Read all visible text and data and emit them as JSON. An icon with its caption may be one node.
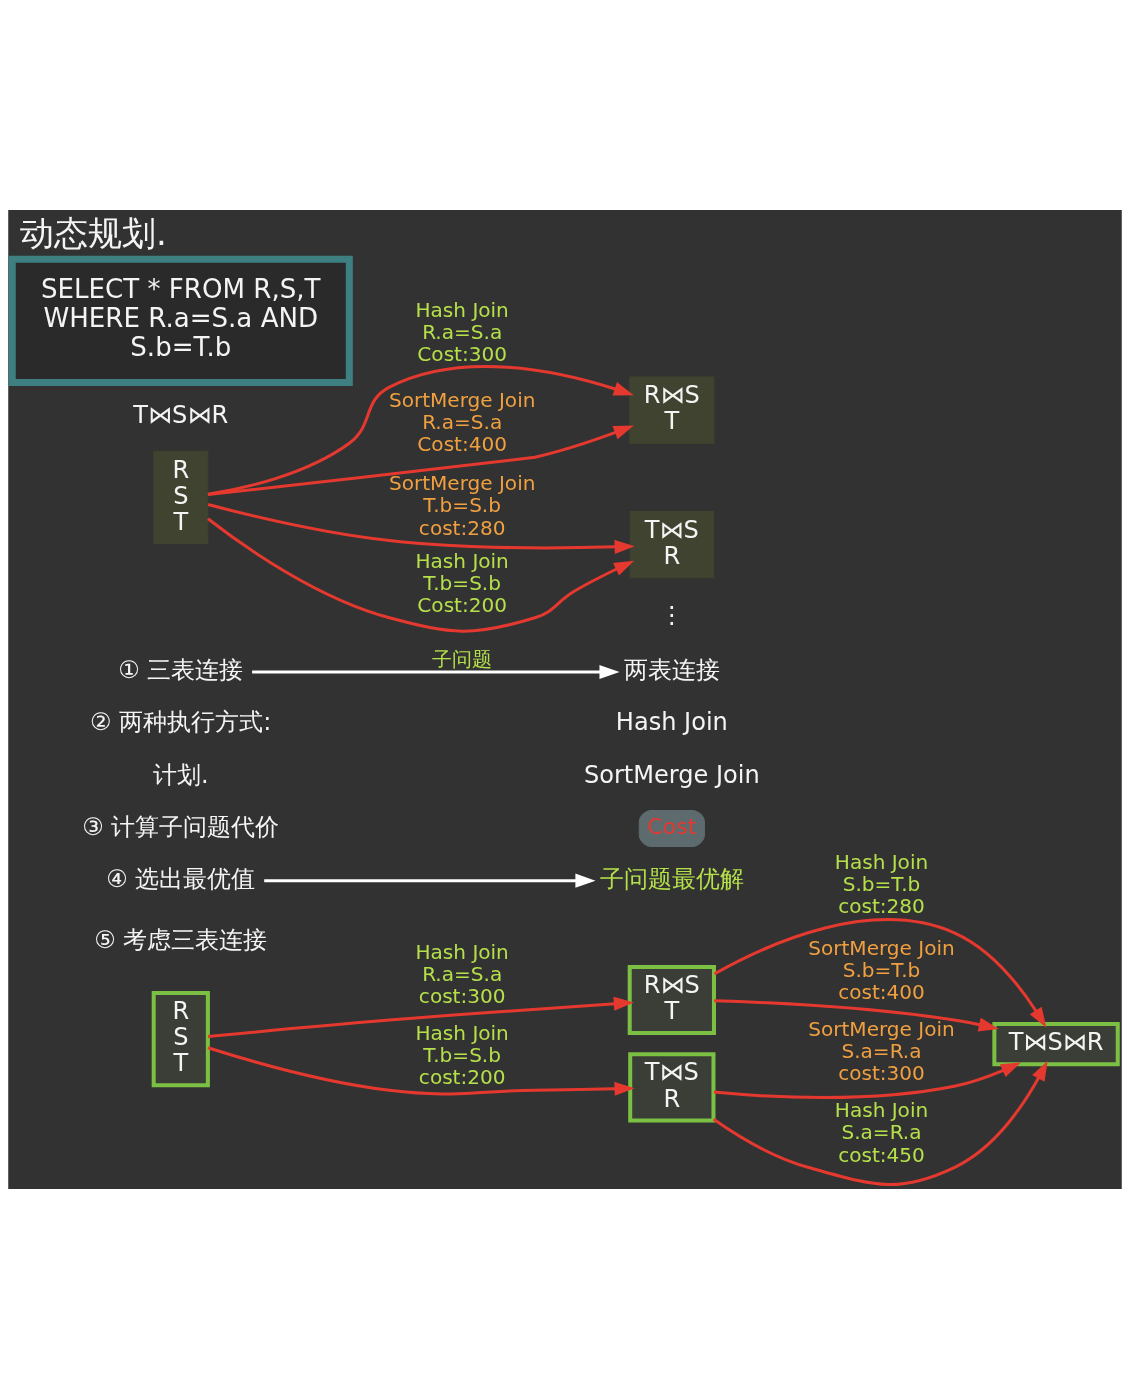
{
  "diagram": {
    "title": "动态规划.",
    "nodes": [
      {
        "text": [
          "SELECT * FROM R,S,T WHERE R.a=S.a AND S.b=T.b"
        ]
      },
      {
        "text": [
          "R S T"
        ]
      },
      {
        "text": [
          "R⋈S T"
        ]
      },
      {
        "text": [
          "T⋈S R"
        ]
      },
      {
        "text": [
          "① 三表连接"
        ]
      },
      {
        "text": [
          "两表连接"
        ]
      },
      {
        "text": [
          "Cost"
        ]
      },
      {
        "text": [
          "④ 选出最优值"
        ]
      },
      {
        "text": [
          "子问题最优解"
        ]
      },
      {
        "text": [
          "R S T"
        ]
      },
      {
        "text": [
          "R⋈S T"
        ]
      },
      {
        "text": [
          "T⋈S R"
        ]
      },
      {
        "text": [
          "T⋈S⋈R"
        ]
      }
    ],
    "edges": [
      {
        "from": 1,
        "to": 2,
        "arrow": "to",
        "label": "Hash Join R.a=S.a Cost:300"
      },
      {
        "from": 1,
        "to": 2,
        "arrow": "to",
        "label": "SortMerge Join R.a=S.a Cost:400"
      },
      {
        "from": 1,
        "to": 3,
        "arrow": "to",
        "label": "SortMerge Join T.b=S.b cost:280"
      },
      {
        "from": 1,
        "to": 3,
        "arrow": "to",
        "label": "Hash Join T.b=S.b Cost:200"
      },
      {
        "from": 4,
        "to": 5,
        "arrow": "to",
        "label": "子问题",
        "color": "#ffffff"
      },
      {
        "from": 7,
        "to": 8,
        "arrow": "to",
        "color": "#ffffff"
      },
      {
        "from": 9,
        "to": 10,
        "arrow": "to",
        "label": "Hash Join R.a=S.a cost:300"
      },
      {
        "from": 9,
        "to": 11,
        "arrow": "to",
        "label": "Hash Join T.b=S.b cost:200"
      },
      {
        "from": 10,
        "to": 12,
        "arrow": "to",
        "label": "Hash Join S.b=T.b cost:280"
      },
      {
        "from": 10,
        "to": 12,
        "arrow": "to",
        "label": "SortMerge Join S.b=T.b cost:400"
      },
      {
        "from": 11,
        "to": 12,
        "arrow": "to",
        "label": "SortMerge Join S.a=R.a cost:300"
      },
      {
        "from": 11,
        "to": 12,
        "arrow": "to",
        "label": "Hash Join S.a=R.a cost:450"
      }
    ],
    "labels": [
      "T⋈S⋈R",
      "② 两种执行方式:",
      "Hash Join",
      "计划.",
      "SortMerge Join",
      "③ 计算子问题代价",
      "⋮",
      "⑤ 考虑三表连接"
    ]
  }
}
